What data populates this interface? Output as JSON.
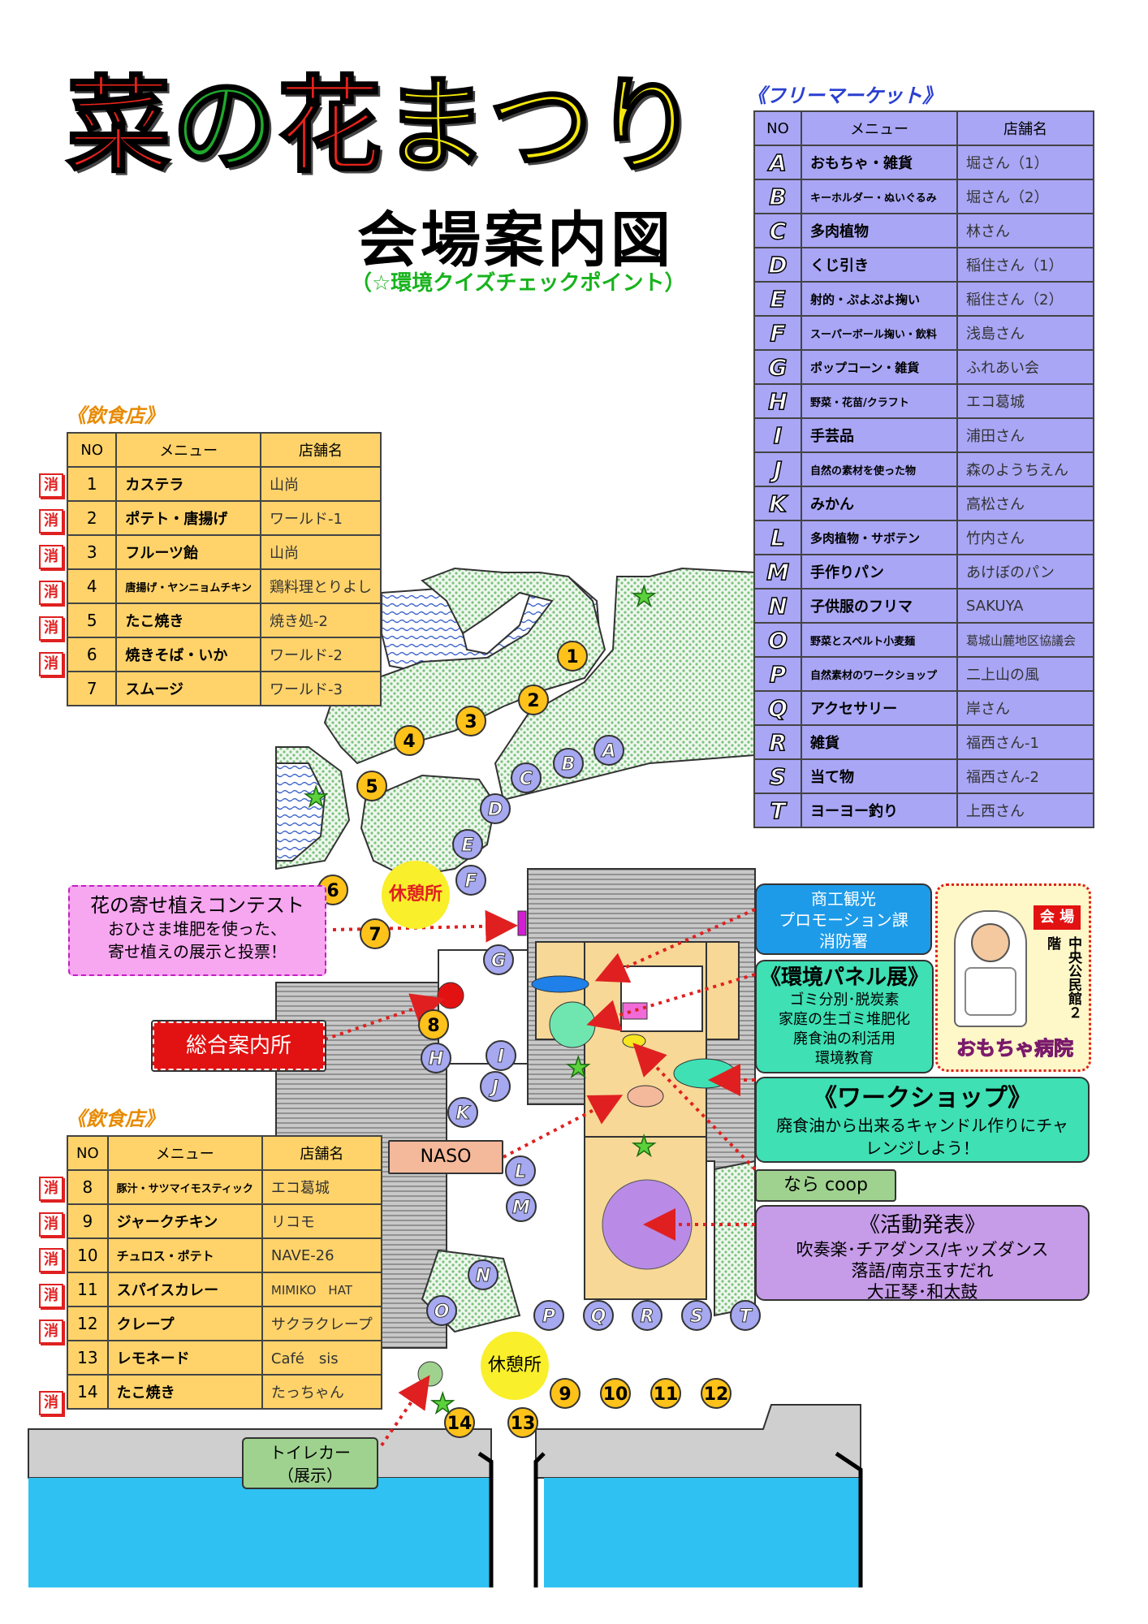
{
  "title": {
    "chars": [
      {
        "text": "菜",
        "color": "#e8231c"
      },
      {
        "text": "の",
        "color": "#1fa82c"
      },
      {
        "text": "花",
        "color": "#e8231c"
      },
      {
        "text": "ま",
        "color": "#f4e80c"
      },
      {
        "text": "つ",
        "color": "#f4e80c"
      },
      {
        "text": "り",
        "color": "#f4e80c"
      }
    ],
    "subtitle": "会場案内図",
    "checkpoint": "（☆環境クイズチェックポイント）"
  },
  "food_top": {
    "label": "《飲食店》",
    "headers": [
      "NO",
      "メニュー",
      "店舗名"
    ],
    "rows": [
      {
        "consumed": "消",
        "no": "1",
        "menu": "カステラ",
        "shop": "山尚"
      },
      {
        "consumed": "消",
        "no": "2",
        "menu": "ポテト・唐揚げ",
        "shop": "ワールド-1"
      },
      {
        "consumed": "消",
        "no": "3",
        "menu": "フルーツ飴",
        "shop": "山尚"
      },
      {
        "consumed": "消",
        "no": "4",
        "menu": "唐揚げ・ヤンニョムチキン",
        "shop": "鶏料理とりよし"
      },
      {
        "consumed": "消",
        "no": "5",
        "menu": "たこ焼き",
        "shop": "焼き処-2"
      },
      {
        "consumed": "消",
        "no": "6",
        "menu": "焼きそば・いか",
        "shop": "ワールド-2"
      },
      {
        "consumed": "",
        "no": "7",
        "menu": "スムージ",
        "shop": "ワールド-3"
      }
    ]
  },
  "food_bottom": {
    "label": "《飲食店》",
    "headers": [
      "NO",
      "メニュー",
      "店舗名"
    ],
    "rows": [
      {
        "consumed": "消",
        "no": "8",
        "menu": "豚汁・サツマイモスティック",
        "shop": "エコ葛城"
      },
      {
        "consumed": "消",
        "no": "9",
        "menu": "ジャークチキン",
        "shop": "リコモ"
      },
      {
        "consumed": "消",
        "no": "10",
        "menu": "チュロス・ポテト",
        "shop": "NAVE-26"
      },
      {
        "consumed": "消",
        "no": "11",
        "menu": "スパイスカレー",
        "shop": "MIMIKO　HAT"
      },
      {
        "consumed": "消",
        "no": "12",
        "menu": "クレープ",
        "shop": "サクラクレープ"
      },
      {
        "consumed": "",
        "no": "13",
        "menu": "レモネード",
        "shop": "Café　sis"
      },
      {
        "consumed": "消",
        "no": "14",
        "menu": "たこ焼き",
        "shop": "たっちゃん"
      }
    ]
  },
  "flea": {
    "label": "《フリーマーケット》",
    "headers": [
      "NO",
      "メニュー",
      "店舗名"
    ],
    "rows": [
      {
        "no": "A",
        "menu": "おもちゃ・雑貨",
        "shop": "堀さん（1）"
      },
      {
        "no": "B",
        "menu": "キーホルダー・ぬいぐるみ",
        "shop": "堀さん（2）"
      },
      {
        "no": "C",
        "menu": "多肉植物",
        "shop": "林さん"
      },
      {
        "no": "D",
        "menu": "くじ引き",
        "shop": "稲住さん（1）"
      },
      {
        "no": "E",
        "menu": "射的・ぷよぷよ掬い",
        "shop": "稲住さん（2）"
      },
      {
        "no": "F",
        "menu": "スーパーボール掬い・飲料",
        "shop": "浅島さん"
      },
      {
        "no": "G",
        "menu": "ポップコーン・雑貨",
        "shop": "ふれあい会"
      },
      {
        "no": "H",
        "menu": "野菜・花苗/クラフト",
        "shop": "エコ葛城"
      },
      {
        "no": "I",
        "menu": "手芸品",
        "shop": "浦田さん"
      },
      {
        "no": "J",
        "menu": "自然の素材を使った物",
        "shop": "森のようちえん"
      },
      {
        "no": "K",
        "menu": "みかん",
        "shop": "高松さん"
      },
      {
        "no": "L",
        "menu": "多肉植物・サボテン",
        "shop": "竹内さん"
      },
      {
        "no": "M",
        "menu": "手作りパン",
        "shop": "あけぼのパン"
      },
      {
        "no": "N",
        "menu": "子供服のフリマ",
        "shop": "SAKUYA"
      },
      {
        "no": "O",
        "menu": "野菜とスペルト小麦麺",
        "shop": "葛城山麓地区協議会"
      },
      {
        "no": "P",
        "menu": "自然素材のワークショップ",
        "shop": "二上山の風"
      },
      {
        "no": "Q",
        "menu": "アクセサリー",
        "shop": "岸さん"
      },
      {
        "no": "R",
        "menu": "雑貨",
        "shop": "福西さん-1"
      },
      {
        "no": "S",
        "menu": "当て物",
        "shop": "福西さん-2"
      },
      {
        "no": "T",
        "menu": "ヨーヨー釣り",
        "shop": "上西さん"
      }
    ]
  },
  "map": {
    "rest_area_1": "休憩所",
    "rest_area_2": "休憩所",
    "yose_title": "花の寄せ植えコンテスト",
    "yose_line1": "おひさま堆肥を使った、",
    "yose_line2": "寄せ植えの展示と投票！",
    "info_desk": "総合案内所",
    "naso": "NASO",
    "shoko_line1": "商工観光",
    "shoko_line2": "プロモーション課",
    "shoko_line3": "消防署",
    "panel_title": "《環境パネル展》",
    "panel_line1": "ゴミ分別･脱炭素",
    "panel_line2": "家庭の生ゴミ堆肥化",
    "panel_line3": "廃食油の利活用",
    "panel_line4": "環境教育",
    "workshop_title": "《ワークショップ》",
    "workshop_line1": "廃食油から出来るキャンドル作りにチャ",
    "workshop_line2": "レンジしよう！",
    "nara_coop": "なら coop",
    "activity_title": "《活動発表》",
    "activity_line1": "吹奏楽･チアダンス/キッズダンス",
    "activity_line2": "落語/南京玉すだれ",
    "activity_line3": "大正琴･和太鼓",
    "toilet_line1": "トイレカー",
    "toilet_line2": "（展示）",
    "omocha_venue": "会 場",
    "omocha_place": "中央公民館２階",
    "omocha_name": "おもちゃ病院"
  },
  "colors": {
    "food": "#ffd36a",
    "flea": "#a9a6f5",
    "water": "#2ec1f2",
    "green": "#d4ecd4",
    "building": "#9a9a9a",
    "building_inner": "#f7d896",
    "consumed": "#e02020",
    "arrow": "#e02020"
  }
}
